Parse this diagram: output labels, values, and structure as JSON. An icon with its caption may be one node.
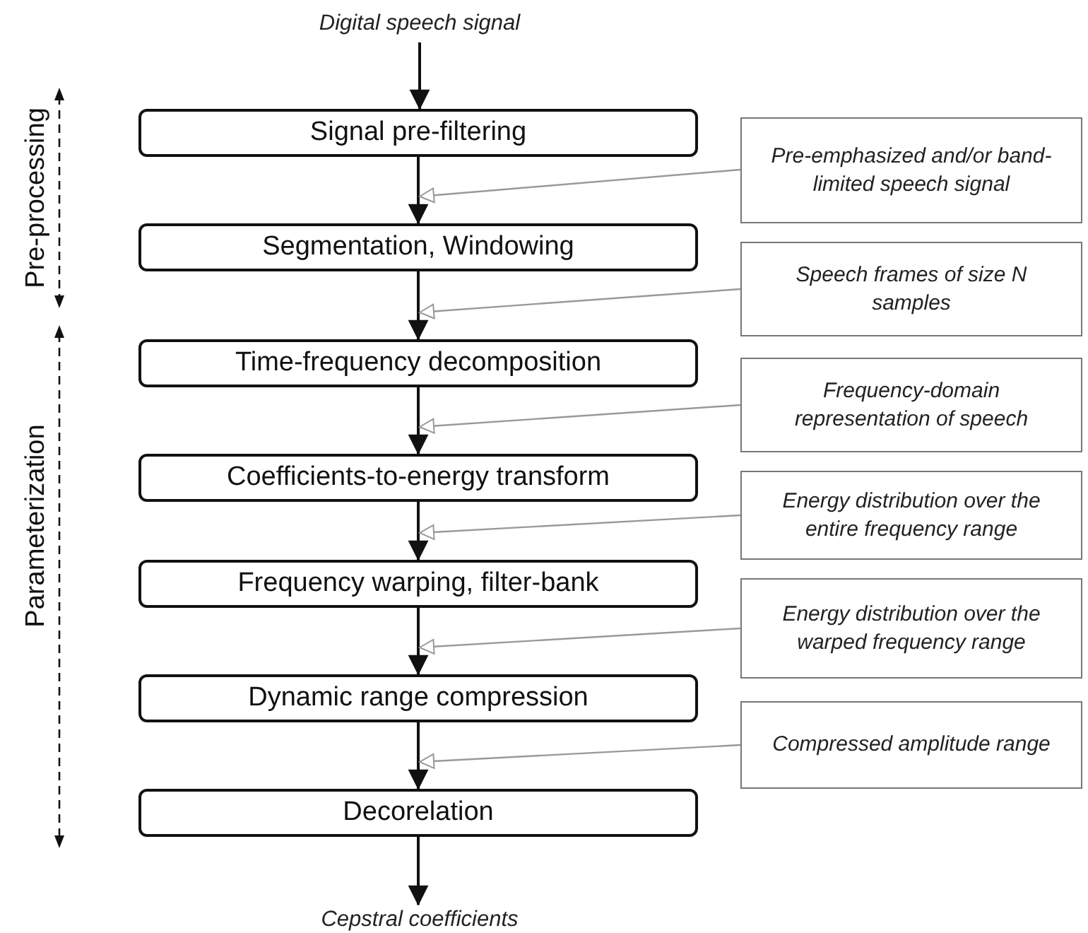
{
  "diagram": {
    "nodes": [
      {
        "text": [
          "Digital speech signal"
        ]
      },
      {
        "text": [
          "Signal pre-filtering"
        ]
      },
      {
        "text": [
          "Pre-emphasized and/or band-limited speech signal"
        ]
      },
      {
        "text": [
          "Segmentation, Windowing"
        ]
      },
      {
        "text": [
          "Speech frames of size N samples"
        ]
      },
      {
        "text": [
          "Time-frequency decomposition"
        ]
      },
      {
        "text": [
          "Frequency-domain representation of speech"
        ]
      },
      {
        "text": [
          "Coefficients-to-energy transform"
        ]
      },
      {
        "text": [
          "Energy distribution over the entire frequency range"
        ]
      },
      {
        "text": [
          "Frequency warping, filter-bank"
        ]
      },
      {
        "text": [
          "Energy distribution over the warped frequency range"
        ]
      },
      {
        "text": [
          "Dynamic range compression"
        ]
      },
      {
        "text": [
          "Compressed amplitude range"
        ]
      },
      {
        "text": [
          "Decorelation"
        ]
      },
      {
        "text": [
          "Cepstral coefficients"
        ]
      }
    ],
    "edges": [
      {
        "from": 0,
        "to": 1,
        "arrow": "to"
      },
      {
        "from": 1,
        "to": 3,
        "arrow": "to"
      },
      {
        "from": 3,
        "to": 5,
        "arrow": "to"
      },
      {
        "from": 5,
        "to": 7,
        "arrow": "to"
      },
      {
        "from": 7,
        "to": 9,
        "arrow": "to"
      },
      {
        "from": 9,
        "to": 11,
        "arrow": "to"
      },
      {
        "from": 11,
        "to": 13,
        "arrow": "to"
      },
      {
        "from": 13,
        "to": 14,
        "arrow": "to"
      },
      {
        "from": 2,
        "to": 3,
        "arrow": "to",
        "color": "#999999"
      },
      {
        "from": 4,
        "to": 5,
        "arrow": "to",
        "color": "#999999"
      },
      {
        "from": 6,
        "to": 7,
        "arrow": "to",
        "color": "#999999"
      },
      {
        "from": 8,
        "to": 9,
        "arrow": "to",
        "color": "#999999"
      },
      {
        "from": 10,
        "to": 11,
        "arrow": "to",
        "color": "#999999"
      },
      {
        "from": 12,
        "to": 13,
        "arrow": "to",
        "color": "#999999"
      }
    ],
    "labels": [
      "Pre-processing",
      "Parameterization"
    ]
  }
}
